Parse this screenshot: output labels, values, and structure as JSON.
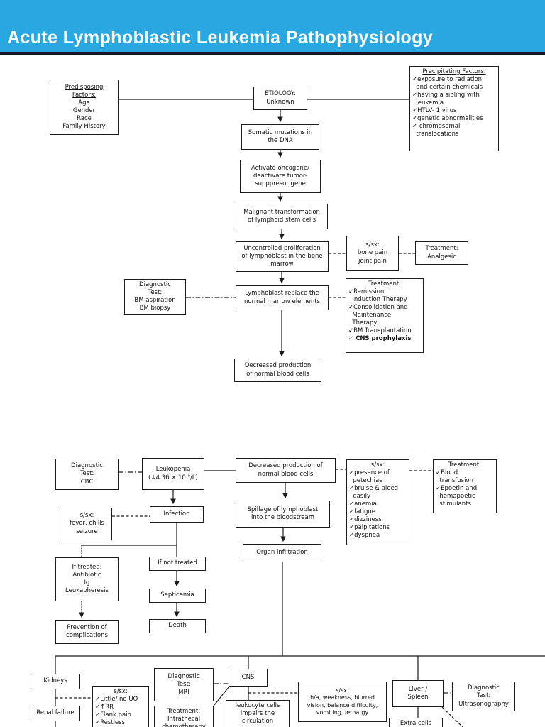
{
  "header": {
    "title": "Acute Lymphoblastic Leukemia Pathophysiology"
  },
  "colors": {
    "header_bg": "#29a7e0",
    "header_text": "#ffffff",
    "line": "#1b1b1b"
  },
  "nodes": {
    "predisposing": {
      "title": "Predisposing\nFactors:",
      "body": "Age\nGender\nRace\nFamily HIstory"
    },
    "etiology": {
      "body": "ETIOLOGY:\nUnknown"
    },
    "precipitating": {
      "title": "Precipitating Factors:",
      "body": "✓exposure to radiation\n  and certain chemicals\n✓having a sibling with\n  leukemia\n✓HTLV- 1 virus\n✓genetic abnormalities\n✓ chromosomal\n  translocations"
    },
    "somatic": {
      "body": "Somatic mutations in\nthe DNA"
    },
    "activate": {
      "body": "Activate oncogene/\ndeactivate tumor-\nsupppresor gene"
    },
    "malignant": {
      "body": "Malignant transformation\nof lymphoid stem cells"
    },
    "uncontrolled": {
      "body": "Uncontrolled proliferation\nof lymphoblast in the bone\nmarrow"
    },
    "ssx_bone": {
      "body": "s/sx:\nbone pain\njoint pain"
    },
    "tx_analgesic": {
      "body": "Treatment:\nAnalgesic"
    },
    "diag_bm": {
      "body": "Diagnostic\nTest:\nBM aspiration\nBM biopsy"
    },
    "lymph_replace": {
      "body": "Lymphoblast replace the\nnormal marrow elements"
    },
    "tx_remission": {
      "title": "Treatment:",
      "body": "✓Remission\n  Induction Therapy\n✓Consolidation and\n  Maintenance\n  Therapy\n✓BM Transplantation",
      "bold_item": "✓ CNS prophylaxis"
    },
    "decreased1": {
      "body": "Decreased production\nof normal blood cells"
    },
    "diag_cbc": {
      "body": "Diagnostic\nTest:\nCBC"
    },
    "leukopenia": {
      "body": "Leukopenia\n(↓4.36 × 10 ⁹/L)"
    },
    "decreased2": {
      "body": "Decreased production of\nnormal blood cells"
    },
    "ssx_petechiae": {
      "title": "s/sx:",
      "body": "✓presence of\n  petechiae\n✓bruise & bleed\n  easily\n✓anemia\n✓fatigue\n✓dizziness\n✓palpitations\n✓dyspnea"
    },
    "tx_blood": {
      "title": "Treatment:",
      "body": "✓Blood\n  transfusion\n✓Epoetin and\n  hemapoetic\n  stimulants"
    },
    "ssx_fever": {
      "body": "s/sx:\nfever, chills\nseizure"
    },
    "infection": {
      "body": "Infection"
    },
    "spillage": {
      "body": "Spillage of lymphoblast\ninto the bloodstream"
    },
    "organ": {
      "body": "Organ infiltration"
    },
    "if_treated": {
      "body": "If treated:\nAntibiotic\nIg\nLeukapheresis"
    },
    "if_not": {
      "body": "If not treated"
    },
    "septicemia": {
      "body": "Septicemia"
    },
    "death": {
      "body": "Death"
    },
    "prevention": {
      "body": "Prevention of\ncomplications"
    },
    "kidneys": {
      "body": "Kidneys"
    },
    "renal": {
      "body": "Renal failure"
    },
    "ssx_uo": {
      "title": "s/sx:",
      "body": "✓Little/ no UO\n✓↑RR\n✓Flank pain\n✓Restless"
    },
    "diag_mri": {
      "body": "Diagnostic\nTest:\nMRI"
    },
    "cns": {
      "body": "CNS"
    },
    "tx_intrathecal": {
      "body": "Treatment:\nIntrathecal\nchemotherapy"
    },
    "leukocyte": {
      "body": "leukocyte cells\nimpairs the\ncirculation"
    },
    "ssx_ha": {
      "body": "s/sx:\nh/a, weakness, blurred\nvision, balance difficulty,\nvomiting, lethargy"
    },
    "liver": {
      "body": "Liver /\nSpleen"
    },
    "diag_ultra": {
      "body": "Diagnostic\nTest:\nUltrasonography"
    },
    "extra": {
      "body": "Extra cells"
    }
  }
}
